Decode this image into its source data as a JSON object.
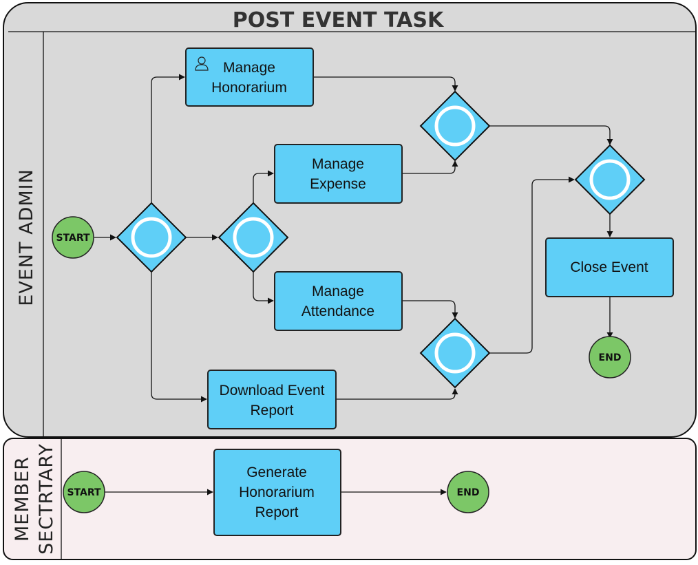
{
  "pool": {
    "title": "POST EVENT TASK"
  },
  "lanes": {
    "event_admin": {
      "label": "EVENT  ADMIN"
    },
    "member_secretary": {
      "label_line1": "MEMBER",
      "label_line2": "SECTRTARY"
    }
  },
  "events": {
    "admin_start": "START",
    "admin_end": "END",
    "member_start": "START",
    "member_end": "END"
  },
  "tasks": {
    "manage_honorarium": [
      "Manage",
      "Honorarium"
    ],
    "manage_expense": [
      "Manage",
      "Expense"
    ],
    "manage_attendance": [
      "Manage",
      "Attendance"
    ],
    "download_event_report": [
      "Download Event",
      "Report"
    ],
    "close_event": [
      "Close Event"
    ],
    "generate_honorarium_report": [
      "Generate",
      "Honorarium",
      "Report"
    ]
  },
  "icons": {
    "manage_honorarium": "user-icon"
  },
  "colors": {
    "task_fill": "#5fcff7",
    "event_fill": "#7cc767",
    "admin_lane_bg": "#d9d9d9",
    "member_lane_bg": "#f8eef0"
  }
}
